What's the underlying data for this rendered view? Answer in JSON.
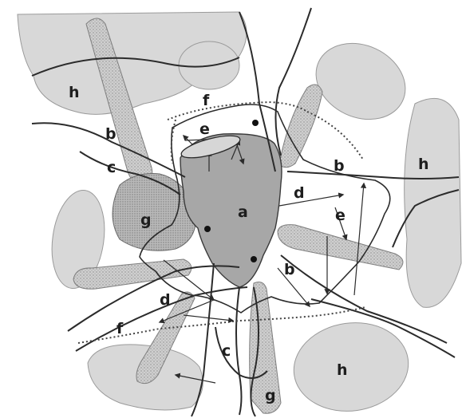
{
  "diagram": {
    "labels": {
      "a": "a",
      "b": "b",
      "c": "c",
      "d": "d",
      "e": "e",
      "f": "f",
      "g": "g",
      "h": "h"
    },
    "colors": {
      "core_fill": "#a9a9a9",
      "dotted_fill": "#c6c6c6",
      "light_fill": "#d9d9d9",
      "line": "#2b2b2b",
      "background": "#ffffff"
    }
  }
}
